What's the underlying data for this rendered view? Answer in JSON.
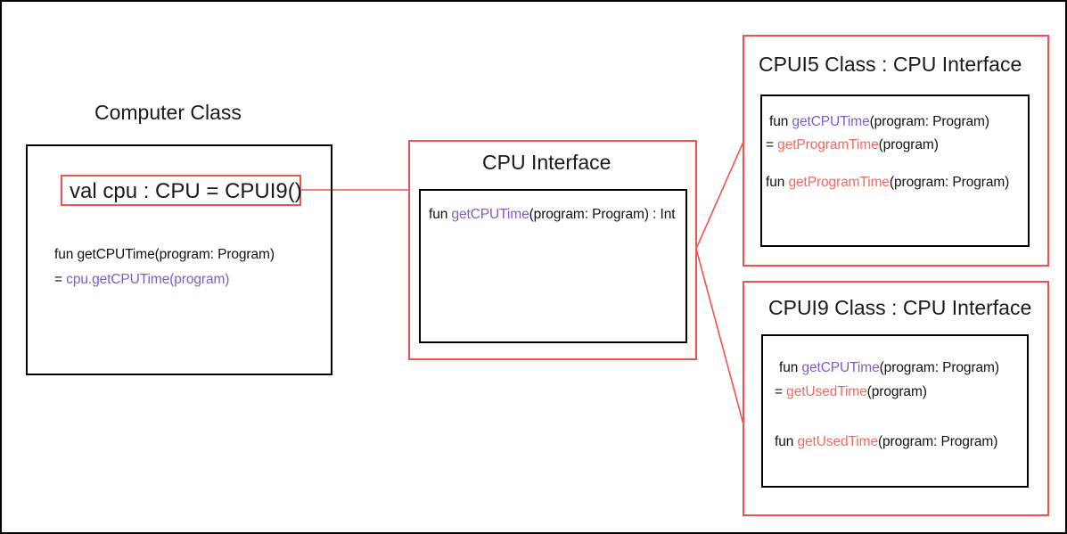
{
  "diagram": {
    "title_computer_class": "Computer Class",
    "title_cpu_interface": "CPU Interface",
    "title_cpui5": "CPUI5 Class : CPU Interface",
    "title_cpui9": "CPUI9 Class : CPU Interface"
  },
  "colors": {
    "accent_red": "#ef5350",
    "method_purple": "#7b5ec7",
    "method_red": "#f4685f",
    "text_black": "#111111",
    "border_black": "#000000"
  },
  "computer_class": {
    "highlight": {
      "val_keyword": "val cpu : CPU = CPUI9()"
    },
    "code": [
      {
        "segments": [
          {
            "text": "fun getCPUTime(program: Program)",
            "color": "black"
          }
        ]
      },
      {
        "segments": [
          {
            "text": "= ",
            "color": "black"
          },
          {
            "text": "cpu.getCPUTime(program)",
            "color": "purple"
          }
        ]
      }
    ]
  },
  "cpu_interface": {
    "code": [
      {
        "segments": [
          {
            "text": "fun ",
            "color": "black"
          },
          {
            "text": "getCPUTime",
            "color": "purple"
          },
          {
            "text": "(program: Program) : Int",
            "color": "black"
          }
        ]
      }
    ]
  },
  "cpui5": {
    "code": [
      {
        "segments": [
          {
            "text": "fun ",
            "color": "black"
          },
          {
            "text": "getCPUTime",
            "color": "purple"
          },
          {
            "text": "(program: Program)",
            "color": "black"
          }
        ]
      },
      {
        "segments": [
          {
            "text": "= ",
            "color": "black"
          },
          {
            "text": "getProgramTime",
            "color": "red"
          },
          {
            "text": "(program)",
            "color": "black"
          }
        ]
      },
      {
        "segments": [
          {
            "text": "fun ",
            "color": "black"
          },
          {
            "text": "getProgramTime",
            "color": "red"
          },
          {
            "text": "(program: Program)",
            "color": "black"
          }
        ]
      }
    ]
  },
  "cpui9": {
    "code": [
      {
        "segments": [
          {
            "text": "fun ",
            "color": "black"
          },
          {
            "text": "getCPUTime",
            "color": "purple"
          },
          {
            "text": "(program: Program)",
            "color": "black"
          }
        ]
      },
      {
        "segments": [
          {
            "text": "= ",
            "color": "black"
          },
          {
            "text": "getUsedTime",
            "color": "red"
          },
          {
            "text": "(program)",
            "color": "black"
          }
        ]
      },
      {
        "segments": [
          {
            "text": "fun ",
            "color": "black"
          },
          {
            "text": "getUsedTime",
            "color": "red"
          },
          {
            "text": "(program: Program)",
            "color": "black"
          }
        ]
      }
    ]
  }
}
